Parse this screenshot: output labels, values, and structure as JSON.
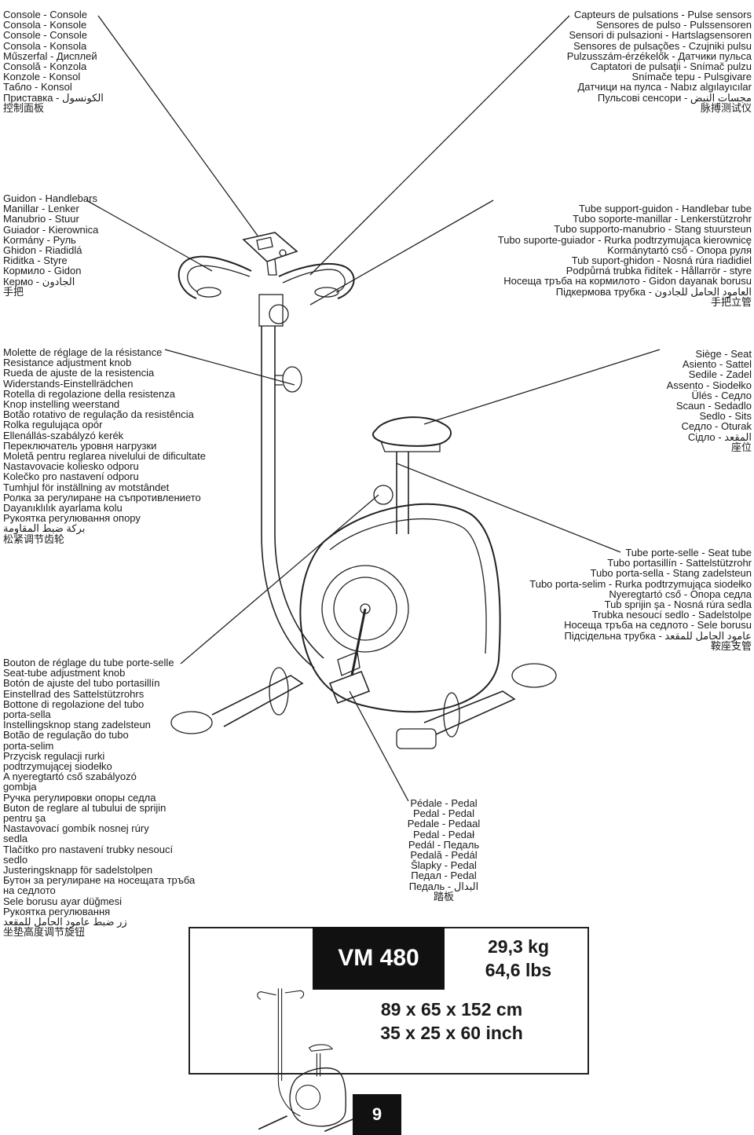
{
  "labels": {
    "console": [
      "Console - Console",
      "Consola - Konsole",
      "Console - Console",
      "Consola - Konsola",
      "Műszerfal - Дисплей",
      "Consolă - Konzola",
      "Konzole - Konsol",
      "Табло - Konsol",
      "Приставка - الكونسول",
      "控制面板"
    ],
    "pulse_sensors": [
      "Capteurs de pulsations - Pulse sensors",
      "Sensores de pulso - Pulssensoren",
      "Sensori di pulsazioni - Hartslagsensoren",
      "Sensores de pulsações - Czujniki pulsu",
      "Pulzusszám-érzékelők - Датчики пульса",
      "Captatori de pulsaţii - Snímač pulzu",
      "Snímače tepu - Pulsgivare",
      "Датчици на пулса - Nabız algılayıcılar",
      "Пульсові сенсори - مجسات النبض",
      "脉搏测试仪"
    ],
    "handlebars": [
      "Guidon - Handlebars",
      "Manillar - Lenker",
      "Manubrio - Stuur",
      "Guiador - Kierownica",
      "Kormány - Руль",
      "Ghidon - Riadidlá",
      "Riditka - Styre",
      "Кормило - Gidon",
      "Кермо - الجادون",
      "手把"
    ],
    "handlebar_tube": [
      "Tube support-guidon - Handlebar tube",
      "Tubo soporte-manillar - Lenkerstützrohr",
      "Tubo supporto-manubrio - Stang stuursteun",
      "Tubo suporte-guiador - Rurka podtrzymująca kierownicę",
      "Kormánytartó cső - Опора руля",
      "Tub suport-ghidon - Nosná rúra riadidiel",
      "Podpůrná trubka řidítek - Hållarrör - styre",
      "Носеща тръба на кормилото - Gidon dayanak borusu",
      "Підкермова трубка - العامود الحامل للجادون",
      "手把立管"
    ],
    "resistance_knob": [
      "Molette de réglage de la résistance",
      "Resistance adjustment knob",
      "Rueda de ajuste de la resistencia",
      "Widerstands-Einstellrädchen",
      "Rotella di regolazione della resistenza",
      "Knop instelling weerstand",
      "Botão rotativo de regulação da resistência",
      "Rolka regulująca opór",
      "Ellenállás-szabályzó kerék",
      "Переключатель уровня нагрузки",
      "Moletă pentru reglarea nivelului de dificultate",
      "Nastavovacie koliesko odporu",
      "Kolečko pro nastavení odporu",
      "Tumhjul för inställning av motstândet",
      "Ролка за регулиране на съпротивлението",
      "Dayanıklılık ayarlama kolu",
      "Рукоятка регулювання опору",
      "بركة ضبط المقاومة",
      "松紧调节齿轮"
    ],
    "seat": [
      "Siège - Seat",
      "Asiento - Sattel",
      "Sedile - Zadel",
      "Assento - Siodełko",
      "Ülés - Седло",
      "Scaun - Sedadlo",
      "Sedlo - Sits",
      "Седло - Oturak",
      "Сідло - المقعد",
      "座位"
    ],
    "seat_tube": [
      "Tube porte-selle - Seat tube",
      "Tubo portasillín - Sattelstützrohr",
      "Tubo porta-sella - Stang zadelsteun",
      "Tubo porta-selim - Rurka podtrzymująca siodełko",
      "Nyeregtartó cső - Опора седла",
      "Tub sprijin şa - Nosná rúra sedla",
      "Trubka nesoucí sedlo - Sadelstolpe",
      "Носеща тръба на седлото - Sele borusu",
      "Підсідельна трубка - عامود الحامل للمقعد",
      "鞍座支管"
    ],
    "seat_tube_knob": [
      "Bouton de réglage du tube porte-selle",
      "Seat-tube adjustment knob",
      "Botón de ajuste del tubo portasillín",
      "Einstellrad des Sattelstützrohrs",
      "Bottone di regolazione del tubo",
      "porta-sella",
      "Instellingsknop stang zadelsteun",
      "Botão de regulação do tubo",
      "porta-selim",
      "Przycisk regulacji rurki",
      "podtrzymującej siodełko",
      "A nyeregtartó cső szabályozó",
      "gombja",
      "Ручка регулировки опоры седла",
      "Buton de reglare al tubului de sprijin",
      "pentru şa",
      "Nastavovací gombík nosnej rúry",
      "sedla",
      "Tlačítko pro nastavení trubky nesoucí",
      "sedlo",
      "Justeringsknapp för sadelstolpen",
      "Бутон за регулиране на носещата тръба",
      "на седлото",
      "Sele borusu ayar düğmesi",
      "Рукоятка регулювання",
      "زر ضبط عامود الحامل للمقعد",
      "坐垫高度调节旋钮"
    ],
    "pedal": [
      "Pédale - Pedal",
      "Pedal - Pedal",
      "Pedale - Pedaal",
      "Pedal - Pedał",
      "Pedál - Педаль",
      "Pedală - Pedál",
      "Šlapky - Pedal",
      "Педал - Pedal",
      "Педаль - البدال",
      "踏板"
    ]
  },
  "specs": {
    "model": "VM 480",
    "weight_kg": "29,3 kg",
    "weight_lbs": "64,6 lbs",
    "dims_cm": "89 x 65 x 152 cm",
    "dims_inch": "35 x 25 x 60 inch"
  },
  "page_number": "9",
  "icons": [
    "exercise-bike-illustration",
    "exercise-bike-thumbnail"
  ]
}
